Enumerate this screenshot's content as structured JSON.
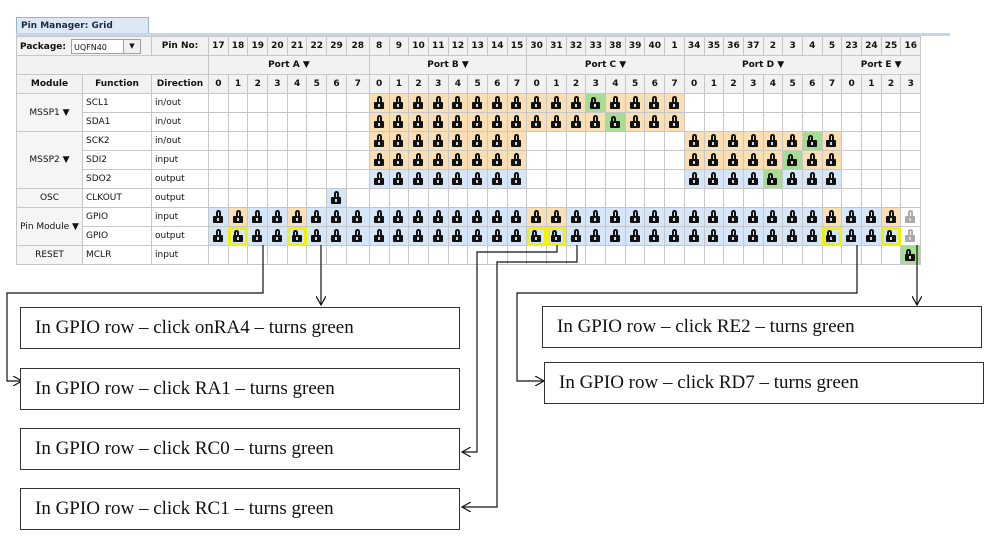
{
  "tab": {
    "title": "Pin Manager: Grid [MCC]",
    "close_glyph": "⌘"
  },
  "header": {
    "package_label": "Package:",
    "package_value": "UQFN40",
    "pin_no_label": "Pin No:"
  },
  "pin_numbers": [
    "17",
    "18",
    "19",
    "20",
    "21",
    "22",
    "29",
    "28",
    "8",
    "9",
    "10",
    "11",
    "12",
    "13",
    "14",
    "15",
    "30",
    "31",
    "32",
    "33",
    "38",
    "39",
    "40",
    "1",
    "34",
    "35",
    "36",
    "37",
    "2",
    "3",
    "4",
    "5",
    "23",
    "24",
    "25",
    "16"
  ],
  "ports": [
    {
      "name": "Port A ▼",
      "span": 8
    },
    {
      "name": "Port B ▼",
      "span": 8
    },
    {
      "name": "Port C ▼",
      "span": 8
    },
    {
      "name": "Port D ▼",
      "span": 8
    },
    {
      "name": "Port E ▼",
      "span": 4
    }
  ],
  "columns": {
    "module": "Module",
    "function": "Function",
    "direction": "Direction"
  },
  "bits": [
    "0",
    "1",
    "2",
    "3",
    "4",
    "5",
    "6",
    "7",
    "0",
    "1",
    "2",
    "3",
    "4",
    "5",
    "6",
    "7",
    "0",
    "1",
    "2",
    "3",
    "4",
    "5",
    "6",
    "7",
    "0",
    "1",
    "2",
    "3",
    "4",
    "5",
    "6",
    "7",
    "0",
    "1",
    "2",
    "3"
  ],
  "rows": [
    {
      "module": "MSSP1 ▼",
      "mspan": 2,
      "function": "SCL1",
      "direction": "in/out",
      "cells": "........OOOOOOOOOOOGOOOO............"
    },
    {
      "function": "SDA1",
      "direction": "in/out",
      "cells": "........OOOOOOOOOOOOGOOO............"
    },
    {
      "module": "MSSP2 ▼",
      "mspan": 3,
      "function": "SCK2",
      "direction": "in/out",
      "cells": "........OOOOOOOO........OOOOOOGO...."
    },
    {
      "function": "SDI2",
      "direction": "input",
      "cells": "........OOOOOOOO........OOOOOGOO...."
    },
    {
      "function": "SDO2",
      "direction": "output",
      "cells": "........BBBBBBBB........BBBBGBBB...."
    },
    {
      "module": "OSC",
      "mspan": 1,
      "function": "CLKOUT",
      "direction": "output",
      "cells": "......B............................."
    },
    {
      "module": "Pin Module ▼",
      "mspan": 2,
      "function": "GPIO",
      "direction": "input",
      "cells": "BOBBOBBBBBBBBBBBOOBBBBBBBBBBBBBOBBOx"
    },
    {
      "function": "GPIO",
      "direction": "output",
      "cells": "BHBBHBBBBBBBBBBBHHBBBBBBBBBBBBBHBBHx"
    },
    {
      "module": "RESET",
      "mspan": 1,
      "function": "MCLR",
      "direction": "input",
      "cells": "...................................G"
    }
  ],
  "callouts": [
    "In GPIO row – click onRA4 – turns green",
    "In GPIO row – click RA1 – turns green",
    "In GPIO row – click RC0 – turns green",
    "In GPIO row – click RC1 – turns green",
    "In GPIO row – click RE2 – turns green",
    "In GPIO row – click RD7 – turns green"
  ],
  "colors": {
    "blue": "#d5e6f8",
    "orange": "#fbdfb4",
    "green": "#a6dc93",
    "highlight": "#f2f200"
  }
}
